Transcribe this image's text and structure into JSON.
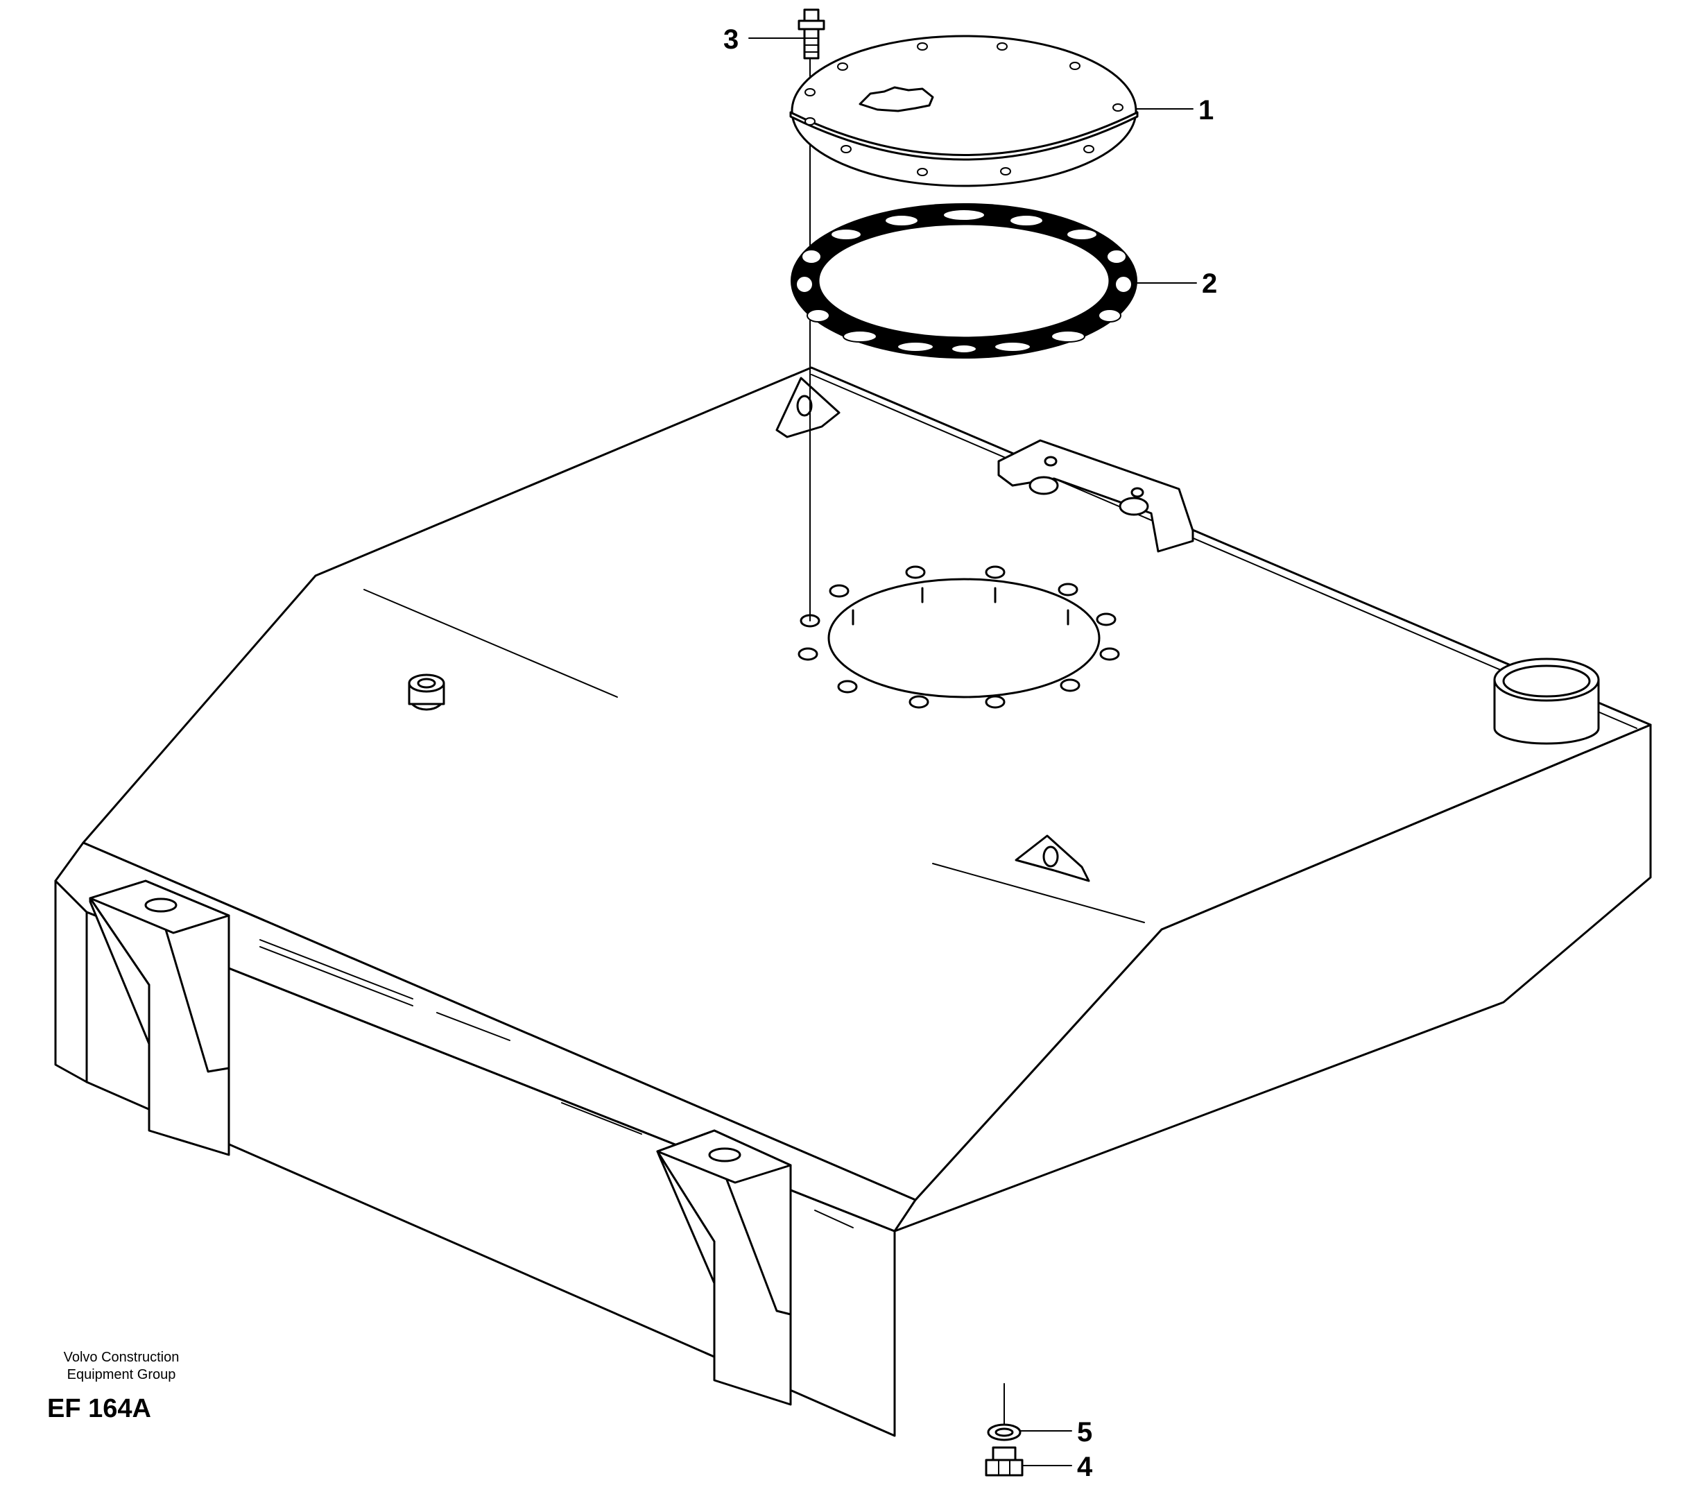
{
  "callouts": [
    {
      "id": "1",
      "label": "1"
    },
    {
      "id": "2",
      "label": "2"
    },
    {
      "id": "3",
      "label": "3"
    },
    {
      "id": "4",
      "label": "4"
    },
    {
      "id": "5",
      "label": "5"
    }
  ],
  "footer": {
    "company_line1": "Volvo Construction",
    "company_line2": "Equipment Group",
    "drawing_code": "EF 164A"
  }
}
